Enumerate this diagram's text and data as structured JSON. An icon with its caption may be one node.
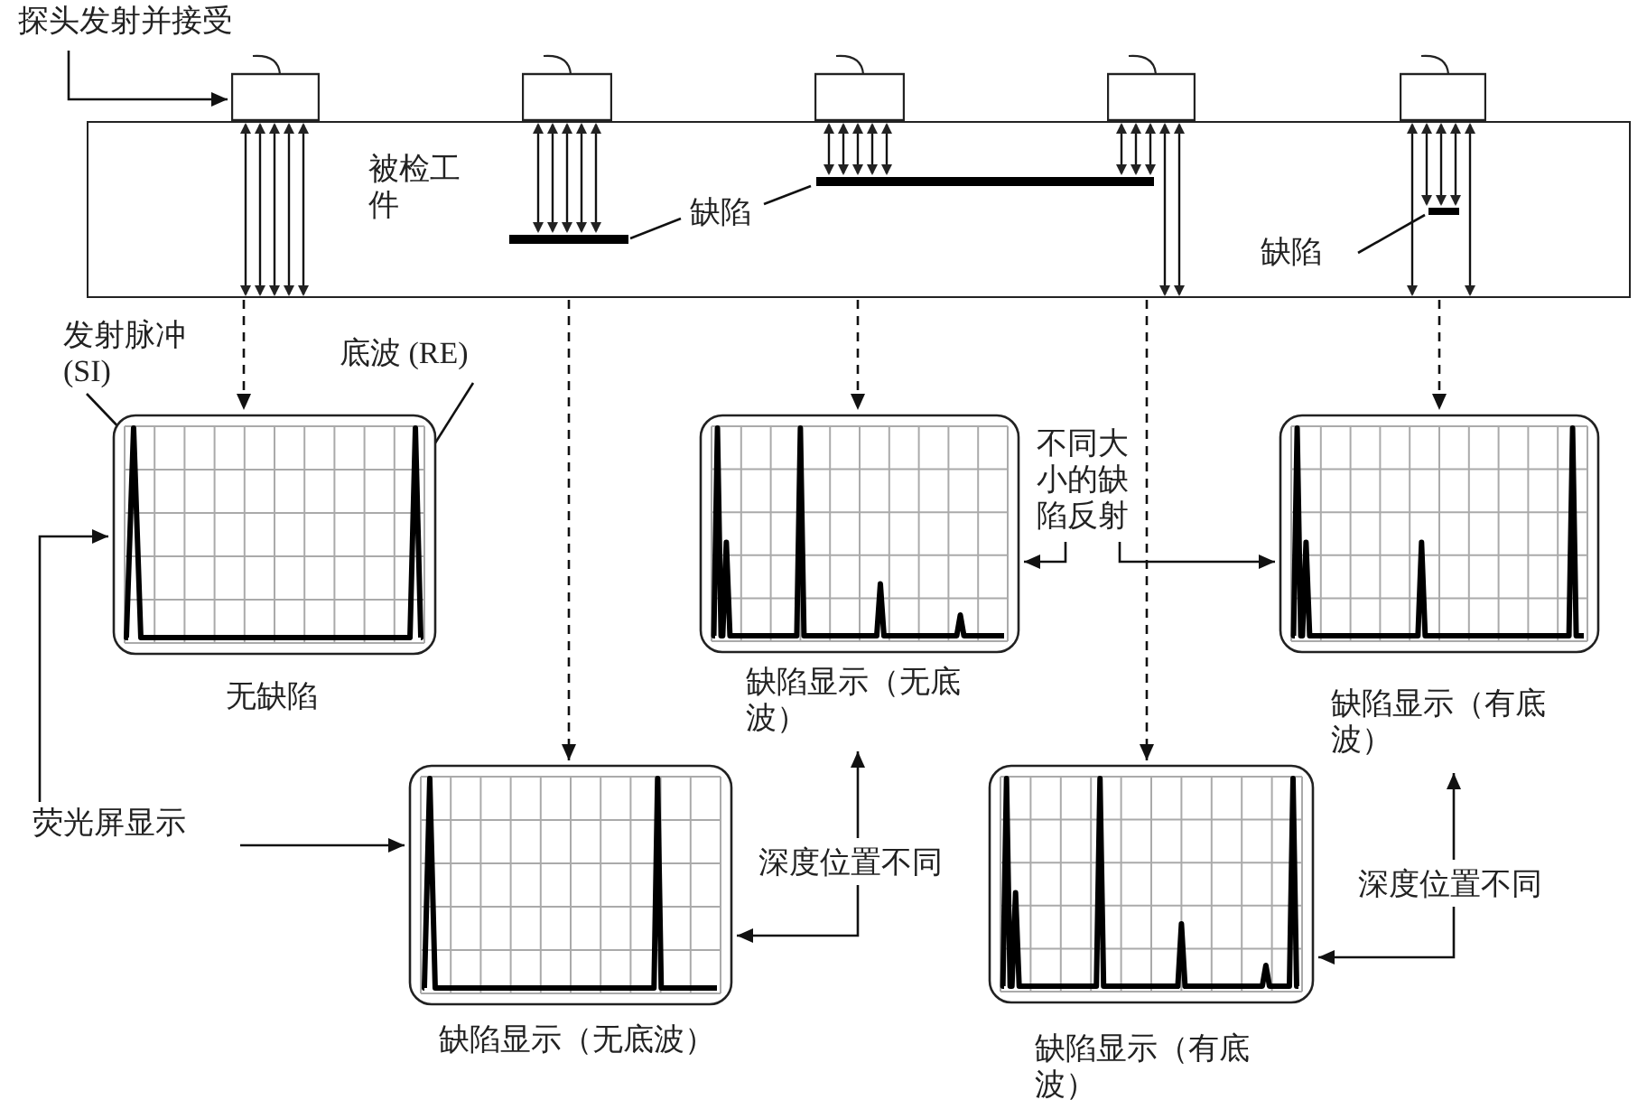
{
  "diagram": {
    "nodes": [
      {
        "text": [
          "探头发射并接受"
        ]
      },
      {
        "text": [],
        "shape": "box"
      },
      {
        "text": [],
        "shape": "box"
      },
      {
        "text": [],
        "shape": "box"
      },
      {
        "text": [],
        "shape": "box"
      },
      {
        "text": [],
        "shape": "box"
      },
      {
        "text": [
          "被检工件"
        ]
      },
      {
        "text": [],
        "shape": "bar",
        "in": 6
      },
      {
        "text": [
          "缺陷"
        ],
        "in": 6
      },
      {
        "text": [],
        "shape": "bar",
        "in": 6
      },
      {
        "text": [],
        "shape": "bar",
        "in": 6
      },
      {
        "text": [
          "缺陷"
        ],
        "in": 6
      },
      {
        "text": [
          "发射脉冲 (SI)"
        ]
      },
      {
        "text": [
          "底波 (RE)"
        ]
      },
      {
        "text": [],
        "shape": "picture",
        "beside": [
          "无缺陷"
        ]
      },
      {
        "text": [],
        "shape": "picture",
        "beside": [
          "缺陷显示（无底波）"
        ]
      },
      {
        "text": [
          "不同大小的缺陷反射"
        ]
      },
      {
        "text": [],
        "shape": "picture",
        "beside": [
          "缺陷显示（有底波）"
        ]
      },
      {
        "text": [
          "荧光屏显示"
        ]
      },
      {
        "text": [],
        "shape": "picture",
        "beside": [
          "缺陷显示（无底波）"
        ]
      },
      {
        "text": [
          "深度位置不同"
        ]
      },
      {
        "text": [],
        "shape": "picture",
        "beside": [
          "缺陷显示（有底波）"
        ]
      },
      {
        "text": [
          "深度位置不同"
        ]
      }
    ],
    "edges": [
      {
        "from": 0,
        "to": 1,
        "arrow": "to"
      },
      {
        "from": 8,
        "to": 7,
        "arrow": "none"
      },
      {
        "from": 8,
        "to": 9,
        "arrow": "none"
      },
      {
        "from": 11,
        "to": 10,
        "arrow": "none"
      },
      {
        "from": 12,
        "to": 14,
        "arrow": "none"
      },
      {
        "from": 13,
        "to": 14,
        "arrow": "none"
      },
      {
        "from": 6,
        "to": 14,
        "arrow": "to",
        "style": "dashed"
      },
      {
        "from": 6,
        "to": 19,
        "arrow": "to",
        "style": "dashed"
      },
      {
        "from": 6,
        "to": 15,
        "arrow": "to",
        "style": "dashed"
      },
      {
        "from": 6,
        "to": 21,
        "arrow": "to",
        "style": "dashed"
      },
      {
        "from": 6,
        "to": 17,
        "arrow": "to",
        "style": "dashed"
      },
      {
        "from": 16,
        "to": 15,
        "arrow": "to"
      },
      {
        "from": 16,
        "to": 17,
        "arrow": "to"
      },
      {
        "from": 18,
        "to": 14,
        "arrow": "to"
      },
      {
        "from": 18,
        "to": 19,
        "arrow": "to"
      },
      {
        "from": 20,
        "to": 15,
        "arrow": "to"
      },
      {
        "from": 20,
        "to": 19,
        "arrow": "to"
      },
      {
        "from": 22,
        "to": 17,
        "arrow": "to"
      },
      {
        "from": 22,
        "to": 21,
        "arrow": "to"
      },
      {
        "from": 1,
        "to": 6,
        "arrow": "both"
      },
      {
        "from": 1,
        "to": 6,
        "arrow": "both"
      },
      {
        "from": 1,
        "to": 6,
        "arrow": "both"
      },
      {
        "from": 1,
        "to": 6,
        "arrow": "both"
      },
      {
        "from": 1,
        "to": 6,
        "arrow": "both"
      },
      {
        "from": 2,
        "to": 7,
        "arrow": "both"
      },
      {
        "from": 2,
        "to": 7,
        "arrow": "both"
      },
      {
        "from": 2,
        "to": 7,
        "arrow": "both"
      },
      {
        "from": 2,
        "to": 7,
        "arrow": "both"
      },
      {
        "from": 2,
        "to": 7,
        "arrow": "both"
      },
      {
        "from": 3,
        "to": 9,
        "arrow": "both"
      },
      {
        "from": 3,
        "to": 9,
        "arrow": "both"
      },
      {
        "from": 3,
        "to": 9,
        "arrow": "both"
      },
      {
        "from": 3,
        "to": 9,
        "arrow": "both"
      },
      {
        "from": 3,
        "to": 9,
        "arrow": "both"
      },
      {
        "from": 4,
        "to": 9,
        "arrow": "both"
      },
      {
        "from": 4,
        "to": 9,
        "arrow": "both"
      },
      {
        "from": 4,
        "to": 9,
        "arrow": "both"
      },
      {
        "from": 4,
        "to": 6,
        "arrow": "both"
      },
      {
        "from": 4,
        "to": 6,
        "arrow": "both"
      },
      {
        "from": 5,
        "to": 6,
        "arrow": "both"
      },
      {
        "from": 5,
        "to": 10,
        "arrow": "both"
      },
      {
        "from": 5,
        "to": 10,
        "arrow": "both"
      },
      {
        "from": 5,
        "to": 10,
        "arrow": "both"
      },
      {
        "from": 5,
        "to": 6,
        "arrow": "both"
      }
    ]
  }
}
